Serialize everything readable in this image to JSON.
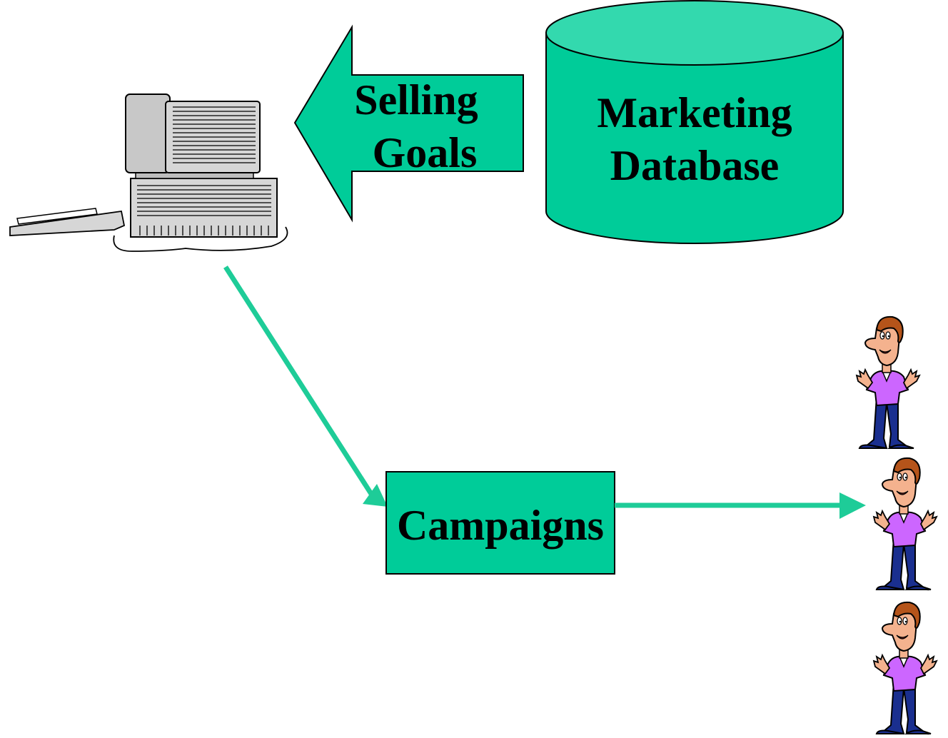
{
  "labels": {
    "selling_line1": "Selling",
    "selling_line2": "Goals",
    "marketing_line1": "Marketing",
    "marketing_line2": "Database",
    "campaigns": "Campaigns"
  },
  "icons": {
    "computer": "computer-icon",
    "database": "database-cylinder-icon",
    "customer": "customer-person-icon"
  },
  "colors": {
    "shape_fill": "#00CC99",
    "shape_top": "#33D9AE",
    "arrow": "#1ECC98",
    "outline": "#000000",
    "shirt": "#CC66FF",
    "pants": "#1A2F8F",
    "hair": "#B5541A",
    "skin": "#F4B28E"
  }
}
